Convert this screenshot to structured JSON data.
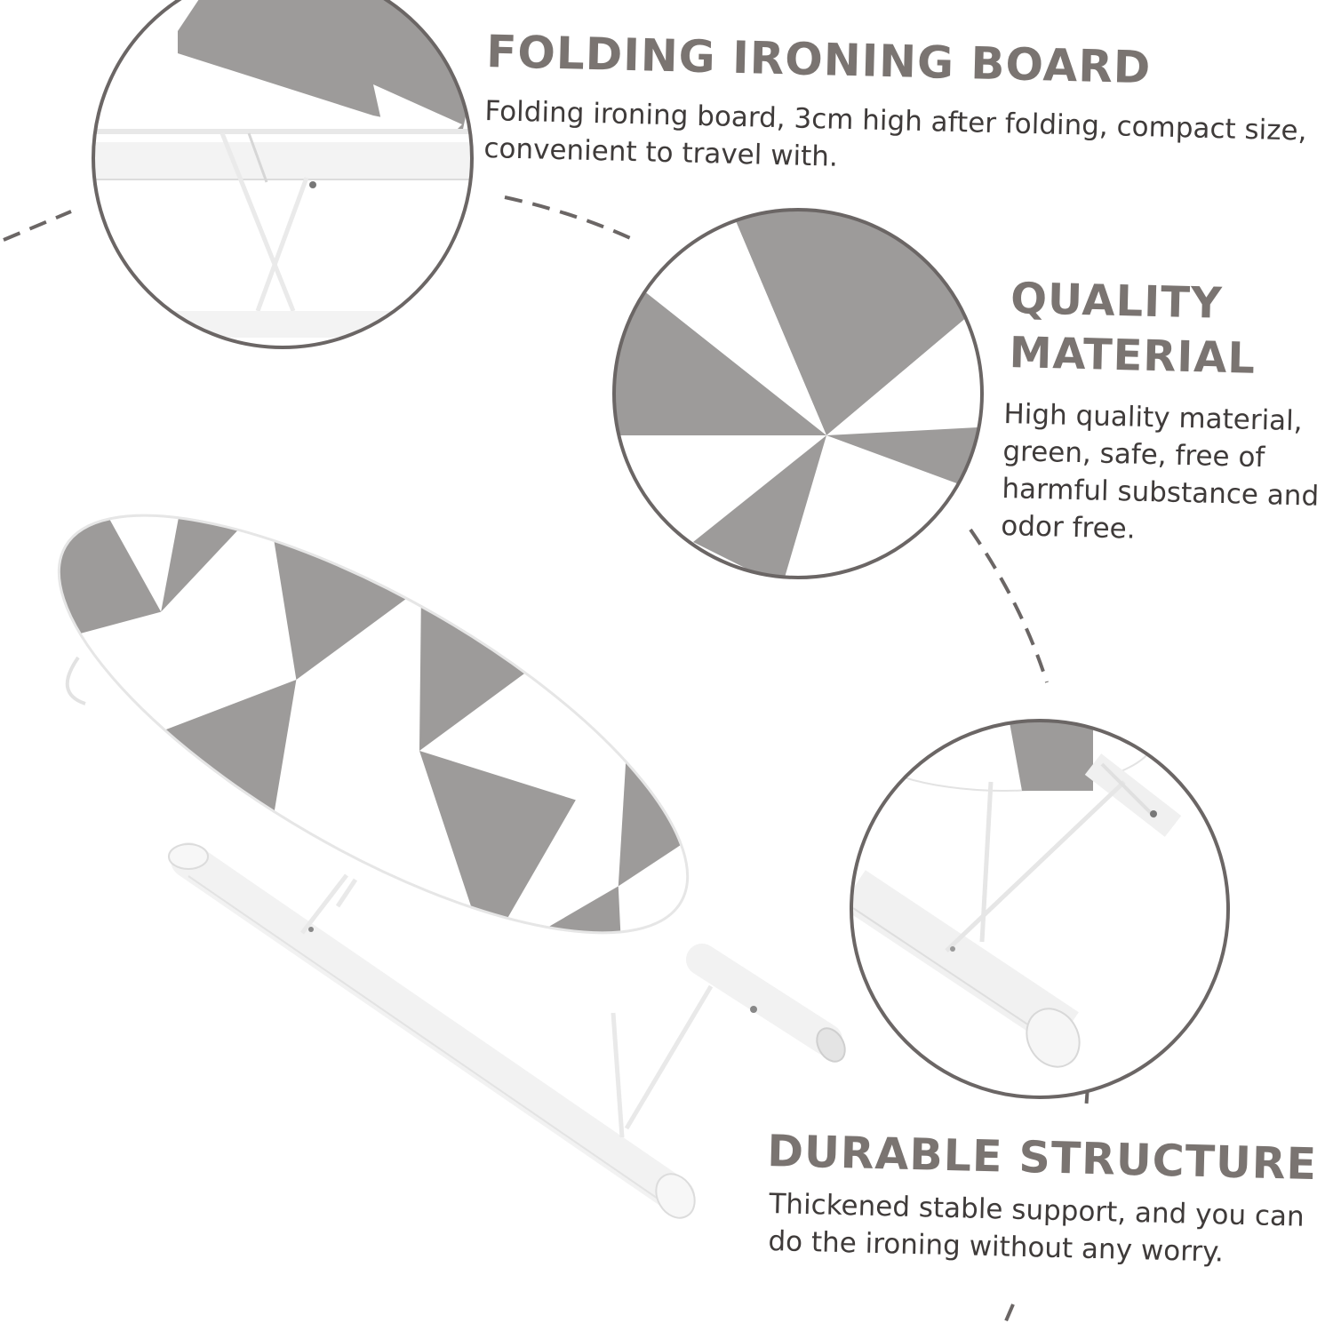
{
  "features": [
    {
      "title": "FOLDING IRONING BOARD",
      "description": "Folding ironing board, 3cm high after folding, compact size, convenient to travel with."
    },
    {
      "title": "QUALITY MATERIAL",
      "description": "High quality material, green, safe, free of harmful substance and odor free."
    },
    {
      "title": "DURABLE STRUCTURE",
      "description": "Thickened stable support, and you can do the ironing without any worry."
    }
  ],
  "colors": {
    "fabric_gray": "#9d9b9a",
    "fabric_white": "#ffffff",
    "frame_white": "#f4f4f4",
    "circle_border": "#6b6665",
    "title_color": "#7a7471",
    "text_color": "#3f3b3a"
  }
}
